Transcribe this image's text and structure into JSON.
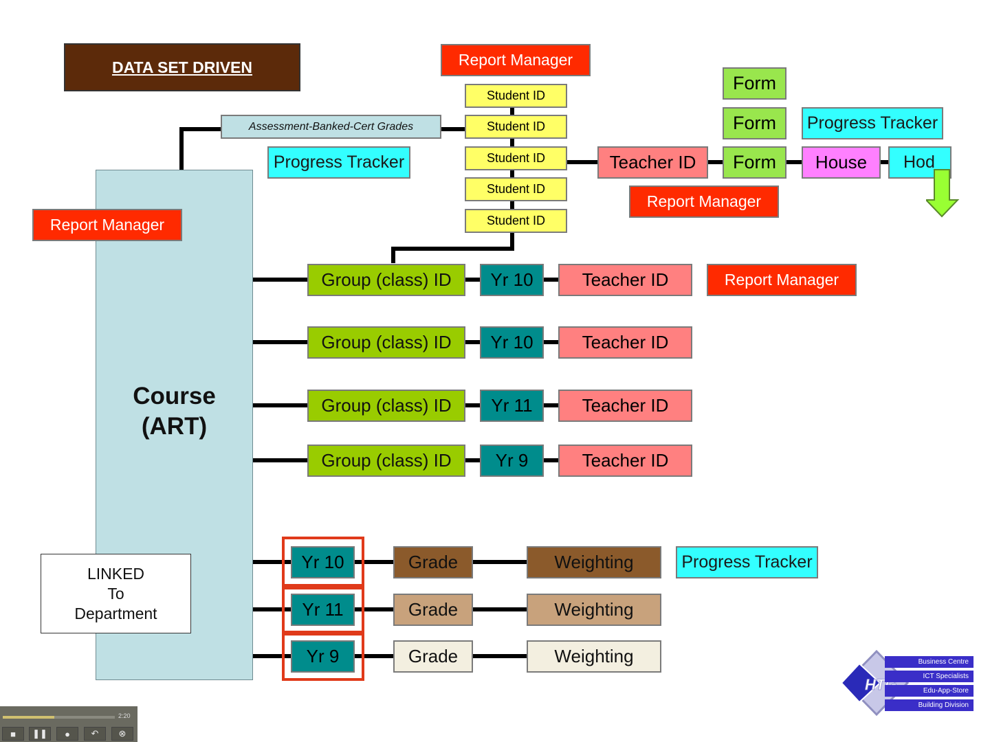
{
  "title": "DATA SET DRIVEN",
  "assessment": "Assessment-Banked-Cert Grades",
  "course": "Course\n(ART)",
  "linked": "LINKED\nTo\nDepartment",
  "report_manager": "Report Manager",
  "progress_tracker": "Progress Tracker",
  "student_ids": [
    "Student ID",
    "Student ID",
    "Student ID",
    "Student ID",
    "Student ID"
  ],
  "teacher_id": "Teacher ID",
  "forms": [
    "Form",
    "Form",
    "Form"
  ],
  "house": "House",
  "hod": "Hod",
  "group_rows": [
    {
      "group": "Group (class) ID",
      "year": "Yr 10",
      "teacher": "Teacher ID"
    },
    {
      "group": "Group (class) ID",
      "year": "Yr 10",
      "teacher": "Teacher ID"
    },
    {
      "group": "Group (class) ID",
      "year": "Yr 11",
      "teacher": "Teacher ID"
    },
    {
      "group": "Group (class) ID",
      "year": "Yr 9",
      "teacher": "Teacher ID"
    }
  ],
  "grade_rows": [
    {
      "year": "Yr 10",
      "grade": "Grade",
      "weighting": "Weighting"
    },
    {
      "year": "Yr 11",
      "grade": "Grade",
      "weighting": "Weighting"
    },
    {
      "year": "Yr 9",
      "grade": "Grade",
      "weighting": "Weighting"
    }
  ],
  "logo": {
    "mark": "HTG",
    "lines": [
      "Business Centre",
      "ICT Specialists",
      "Edu-App-Store",
      "Building Division"
    ]
  },
  "player": {
    "time": "2:20",
    "progress": 0.46,
    "buttons": [
      "stop-icon",
      "pause-icon",
      "volume-icon",
      "rewind-icon",
      "close-icon"
    ]
  },
  "colors": {
    "report_manager": "#ff2a00",
    "student_id": "#ffff66",
    "form": "#99e64d",
    "progress_tracker": "#33ffff",
    "teacher_id": "#ff8080",
    "house": "#ff80ff",
    "group": "#99cc00",
    "year": "#008c8c",
    "course": "#bfe0e4",
    "title": "#5c2a0a"
  }
}
